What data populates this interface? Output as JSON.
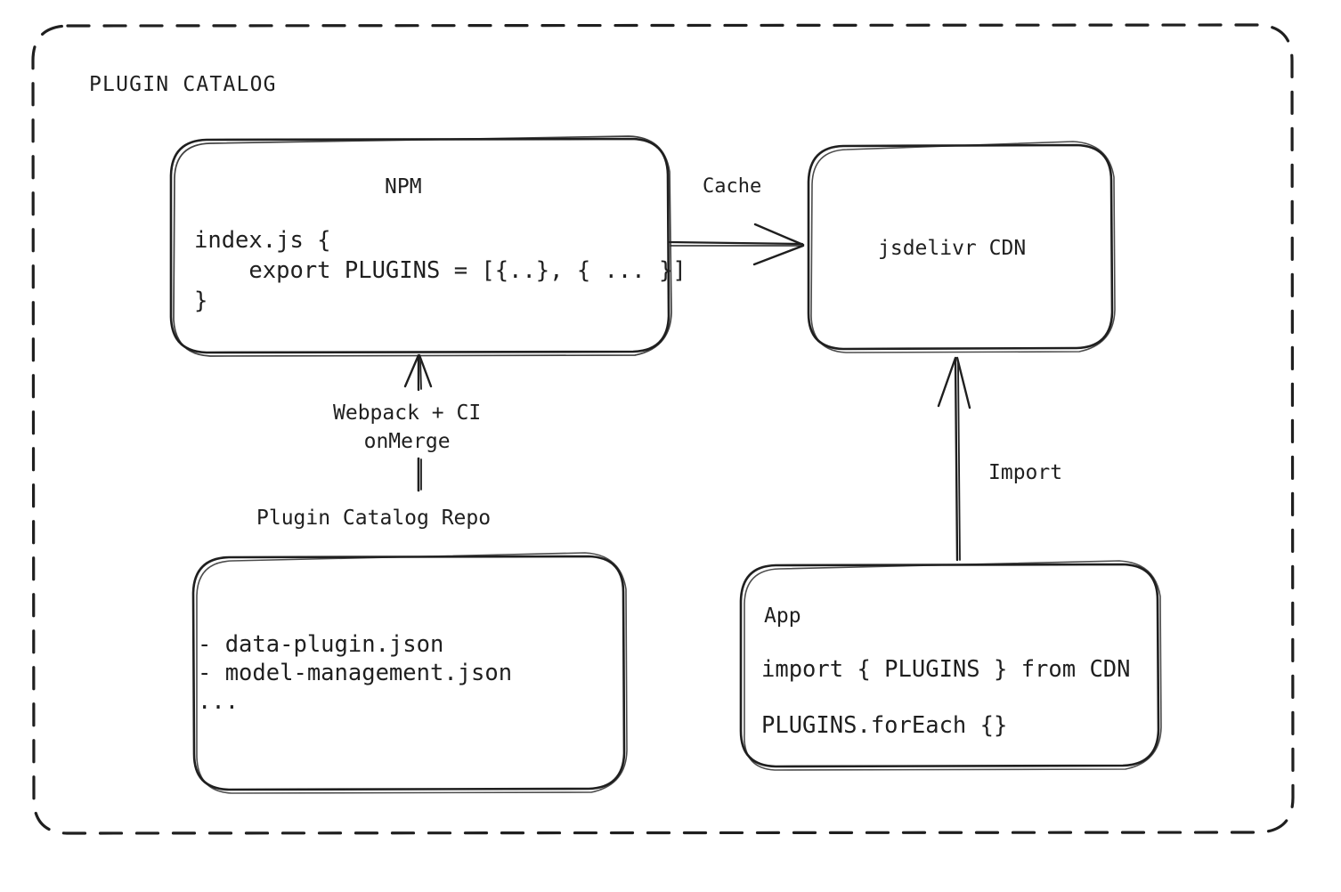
{
  "diagram": {
    "title": "PLUGIN CATALOG",
    "background_color": "#ffffff",
    "stroke_color": "#1f1f1f",
    "text_color": "#1f1f1f",
    "border_style": "dashed",
    "nodes": {
      "npm": {
        "title": "NPM",
        "code": "index.js {\n    export PLUGINS = [{..}, { ... }]\n}"
      },
      "cdn": {
        "title": "jsdelivr CDN"
      },
      "repo": {
        "external_label": "Plugin Catalog Repo",
        "files": "- data-plugin.json\n- model-management.json\n..."
      },
      "app": {
        "title": "App",
        "line1": "import { PLUGINS } from CDN",
        "line2": "PLUGINS.forEach {}"
      }
    },
    "edges": {
      "npm_to_cdn": {
        "label": "Cache"
      },
      "repo_to_npm": {
        "label": "Webpack + CI\nonMerge"
      },
      "app_to_cdn": {
        "label": "Import"
      }
    }
  }
}
